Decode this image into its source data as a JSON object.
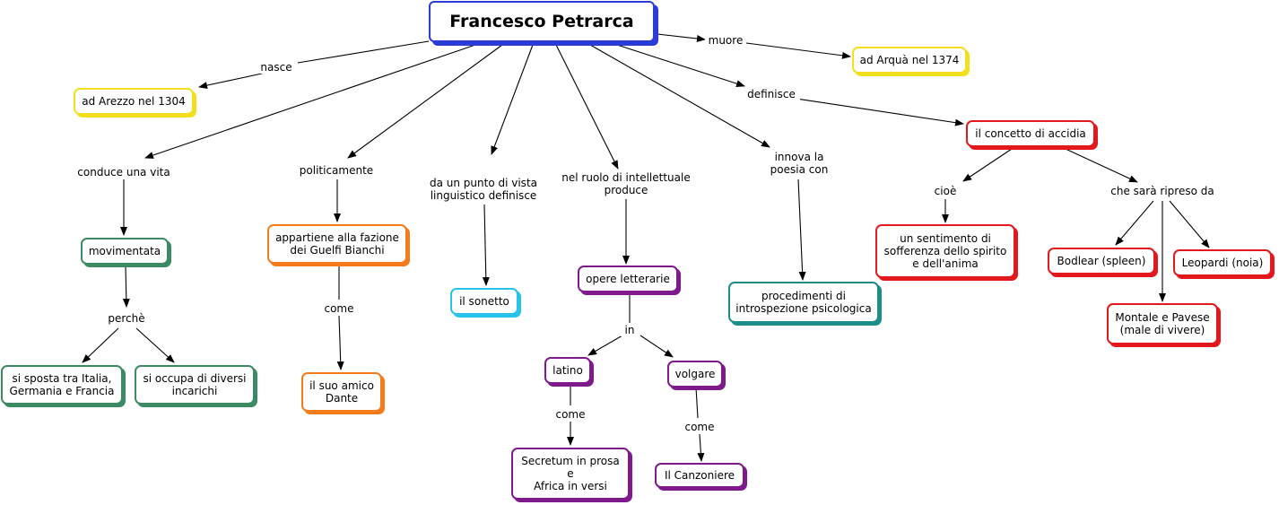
{
  "colors": {
    "blue": "#2b3bd6",
    "yellow": "#f2e01f",
    "green": "#3c8a63",
    "orange": "#f57b1b",
    "cyan": "#27c3ea",
    "purple": "#7f1a8d",
    "teal": "#1d8d8a",
    "red": "#e3181c"
  },
  "nodes": {
    "root": "Francesco Petrarca",
    "arezzo": "ad Arezzo nel 1304",
    "arqua": "ad Arquà nel 1374",
    "accidia": "il concetto di accidia",
    "sentimento": "un sentimento di\nsofferenza dello spirito\ne dell'anima",
    "bodlear": "Bodlear (spleen)",
    "leopardi": "Leopardi (noia)",
    "montale": "Montale e Pavese\n(male di vivere)",
    "movimentata": "movimentata",
    "italia": "si sposta tra Italia,\nGermania e Francia",
    "incarichi": "si occupa di diversi\nincarichi",
    "fazione": "appartiene alla fazione\ndei Guelfi Bianchi",
    "dante": "il suo amico\nDante",
    "sonetto": "il sonetto",
    "opere": "opere letterarie",
    "latino": "latino",
    "volgare": "volgare",
    "secretum": "Secretum in prosa\ne\nAfrica in versi",
    "canzoniere": "Il Canzoniere",
    "procedimenti": "procedimenti di\nintrospezione psicologica"
  },
  "links": {
    "nasce": "nasce",
    "muore": "muore",
    "definisce": "definisce",
    "cioe": "cioè",
    "ripreso": "che sarà ripreso da",
    "conduce": "conduce una vita",
    "perche": "perchè",
    "politicamente": "politicamente",
    "come_dante": "come",
    "linguistico": "da un punto di vista\nlinguistico definisce",
    "intellettuale": "nel ruolo di intellettuale\nproduce",
    "in": "in",
    "come_latino": "come",
    "come_volgare": "come",
    "innova": "innova la\npoesia con"
  }
}
